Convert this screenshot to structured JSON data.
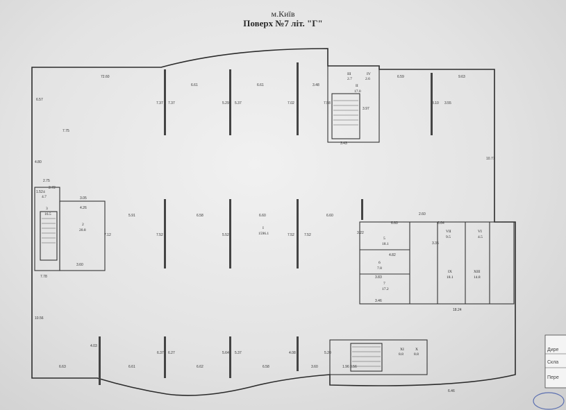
{
  "header": {
    "city": "м.Київ",
    "floor": "Поверх №7 літ. \"Г\""
  },
  "rooms": [
    {
      "id": "I",
      "area": "1596.1"
    },
    {
      "id": "II",
      "area": "17.0"
    },
    {
      "id": "III",
      "area": "2.7"
    },
    {
      "id": "IV",
      "area": "2.6"
    },
    {
      "id": "2",
      "area": "20.8"
    },
    {
      "id": "3",
      "area": "16.5"
    },
    {
      "id": "4",
      "area": "4.7"
    },
    {
      "id": "5",
      "area": "18.1"
    },
    {
      "id": "6",
      "area": "7.8"
    },
    {
      "id": "7",
      "area": "17.2"
    },
    {
      "id": "VII",
      "area": "9.5"
    },
    {
      "id": "VI",
      "area": "4.5"
    },
    {
      "id": "IX",
      "area": "18.1"
    },
    {
      "id": "XIII",
      "area": "14.8"
    },
    {
      "id": "XI",
      "area": "8.8"
    },
    {
      "id": "X",
      "area": "8.8"
    }
  ],
  "dimensions": {
    "top": [
      "72.60",
      "6.61",
      "6.61",
      "3.48",
      "6.59",
      "9.63"
    ],
    "left_top": [
      "6.57",
      "7.75",
      "4.80",
      "2.75",
      "1.52",
      "2.72",
      "3.05",
      "4.26",
      "7.78",
      "3.60"
    ],
    "mid": [
      "5.91",
      "6.58",
      "6.60",
      "6.60",
      "6.60",
      "2.60",
      "6.64",
      "3.22",
      "3.35",
      "4.82",
      "3.83",
      "3.46"
    ],
    "verticals": [
      "7.37",
      "7.37",
      "5.29",
      "5.37",
      "7.02",
      "7.58",
      "3.97",
      "3.43",
      "7.52",
      "5.52",
      "7.52",
      "7.52",
      "7.12",
      "3.10",
      "3.55",
      "10.77"
    ],
    "bottom": [
      "6.63",
      "6.61",
      "6.62",
      "6.58",
      "3.60",
      "1.96",
      "4.03",
      "6.37",
      "6.27",
      "5.64",
      "5.37",
      "4.08",
      "5.20",
      "3.56",
      "10.56",
      "18.24",
      "6.46"
    ]
  },
  "stamp": [
    "Дире",
    "Скла",
    "Пере"
  ],
  "colors": {
    "paper": "#e8e8e8",
    "ink": "#2b2b2b"
  }
}
